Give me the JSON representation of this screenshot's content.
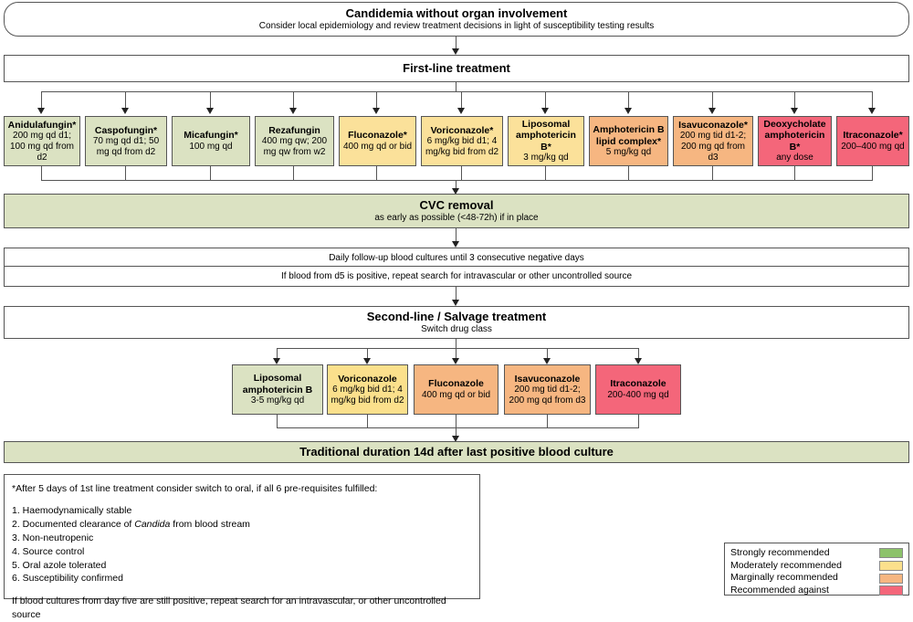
{
  "header": {
    "title": "Candidemia without organ involvement",
    "subtitle": "Consider local epidemiology and review treatment decisions in light of susceptibility testing results"
  },
  "first_line": {
    "banner": "First-line treatment",
    "drugs": [
      {
        "name": "Anidulafungin*",
        "dose": "200 mg qd d1; 100 mg qd from d2",
        "rating": "strongly"
      },
      {
        "name": "Caspofungin*",
        "dose": "70 mg qd d1; 50 mg qd from d2",
        "rating": "strongly"
      },
      {
        "name": "Micafungin*",
        "dose": "100 mg qd",
        "rating": "strongly"
      },
      {
        "name": "Rezafungin",
        "dose": "400 mg qw; 200 mg qw from w2",
        "rating": "strongly"
      },
      {
        "name": "Fluconazole*",
        "dose": "400 mg qd or bid",
        "rating": "moderately"
      },
      {
        "name": "Voriconazole*",
        "dose": "6 mg/kg bid d1; 4 mg/kg bid from d2",
        "rating": "moderately"
      },
      {
        "name": "Liposomal amphotericin B*",
        "dose": "3 mg/kg qd",
        "rating": "moderately"
      },
      {
        "name": "Amphotericin B lipid complex*",
        "dose": "5 mg/kg qd",
        "rating": "marginally"
      },
      {
        "name": "Isavuconazole*",
        "dose": "200 mg tid d1-2; 200 mg qd from d3",
        "rating": "marginally"
      },
      {
        "name": "Deoxycholate amphotericin B*",
        "dose": "any dose",
        "rating": "against"
      },
      {
        "name": "Itraconazole*",
        "dose": "200–400 mg qd",
        "rating": "against"
      }
    ]
  },
  "cvc": {
    "title": "CVC removal",
    "subtitle": "as early as possible (<48-72h) if in place"
  },
  "followup": {
    "line1": "Daily follow-up blood cultures until 3 consecutive negative days",
    "line2": "If blood from d5 is positive, repeat search for intravascular or other uncontrolled source"
  },
  "second_line": {
    "banner_title": "Second-line / Salvage treatment",
    "banner_subtitle": "Switch drug class",
    "drugs": [
      {
        "name": "Liposomal amphotericin B",
        "dose": "3-5 mg/kg qd",
        "rating": "strongly"
      },
      {
        "name": "Voriconazole",
        "dose": "6 mg/kg bid d1; 4 mg/kg bid from d2",
        "rating": "moderately"
      },
      {
        "name": "Fluconazole",
        "dose": "400 mg qd or bid",
        "rating": "marginally"
      },
      {
        "name": "Isavuconazole",
        "dose": "200 mg tid d1-2; 200 mg qd from d3",
        "rating": "marginally"
      },
      {
        "name": "Itraconazole",
        "dose": "200-400 mg qd",
        "rating": "against"
      }
    ]
  },
  "duration": {
    "text": "Traditional duration 14d after last positive blood culture"
  },
  "notes": {
    "head": "*After 5 days of 1st line treatment consider switch to oral, if all 6 pre-requisites fulfilled:",
    "items": [
      "1. Haemodynamically stable",
      "2. Documented clearance of Candida from blood stream",
      "3. Non-neutropenic",
      "4. Source control",
      "5. Oral azole tolerated",
      "6. Susceptibility confirmed"
    ],
    "item2_pre": "2. Documented clearance of ",
    "item2_em": "Candida",
    "item2_post": " from blood stream",
    "tail": "If blood cultures from day five are still positive, repeat search for an intravascular, or other uncontrolled source"
  },
  "legend": {
    "rows": [
      {
        "label": "Strongly recommended",
        "color": "#8cc26a"
      },
      {
        "label": "Moderately recommended",
        "color": "#fbe08c"
      },
      {
        "label": "Marginally recommended",
        "color": "#f6b681"
      },
      {
        "label": "Recommended against",
        "color": "#f4667a"
      }
    ]
  }
}
